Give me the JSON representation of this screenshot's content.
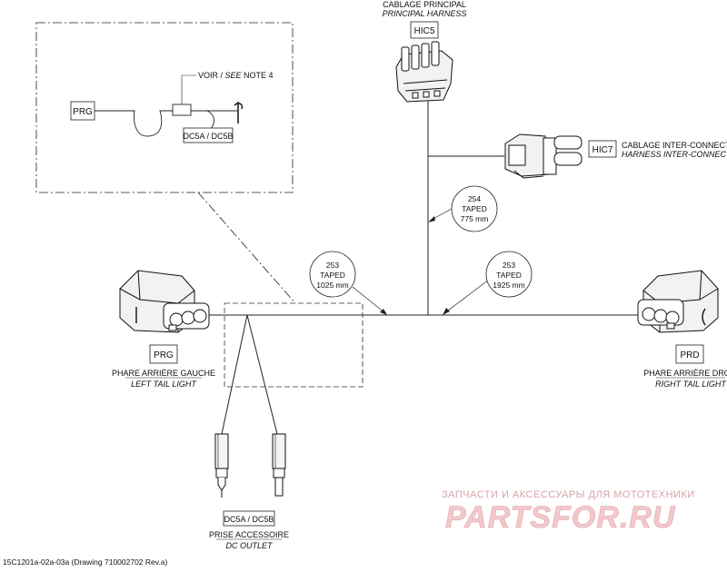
{
  "hic5": {
    "title_fr": "CABLAGE PRINCIPAL",
    "title_en": "PRINCIPAL HARNESS",
    "code": "HIC5"
  },
  "hic7": {
    "code": "HIC7",
    "title_fr": "CABLAGE INTER-CONNECT",
    "title_en": "HARNESS INTER-CONNECT"
  },
  "detail": {
    "prg_code": "PRG",
    "note": "VOIR / ",
    "note_en": "SEE",
    "note_suffix": " NOTE 4",
    "dc_code": "DC5A / DC5B"
  },
  "callouts": {
    "c254": {
      "num": "254",
      "tape": "TAPED",
      "len": "775 mm"
    },
    "c253a": {
      "num": "253",
      "tape": "TAPED",
      "len": "1025 mm"
    },
    "c253b": {
      "num": "253",
      "tape": "TAPED",
      "len": "1925 mm"
    }
  },
  "prg": {
    "code": "PRG",
    "fr": "PHARE ARRIÈRE GAUCHE",
    "en": "LEFT TAIL LIGHT"
  },
  "prd": {
    "code": "PRD",
    "fr": "PHARE ARRIÈRE DROIT",
    "en": "RIGHT TAIL LIGHT"
  },
  "dc": {
    "code": "DC5A / DC5B",
    "fr": "PRISE ACCESSOIRE",
    "en": "DC OUTLET"
  },
  "watermark": {
    "top": "ЗАПЧАСТИ И АКСЕССУАРЫ ДЛЯ МОТОТЕХНИКИ",
    "brand": "PARTSFOR.RU"
  },
  "footer": "15C1201a-02a-03a (Drawing 710002702 Rev.a)"
}
